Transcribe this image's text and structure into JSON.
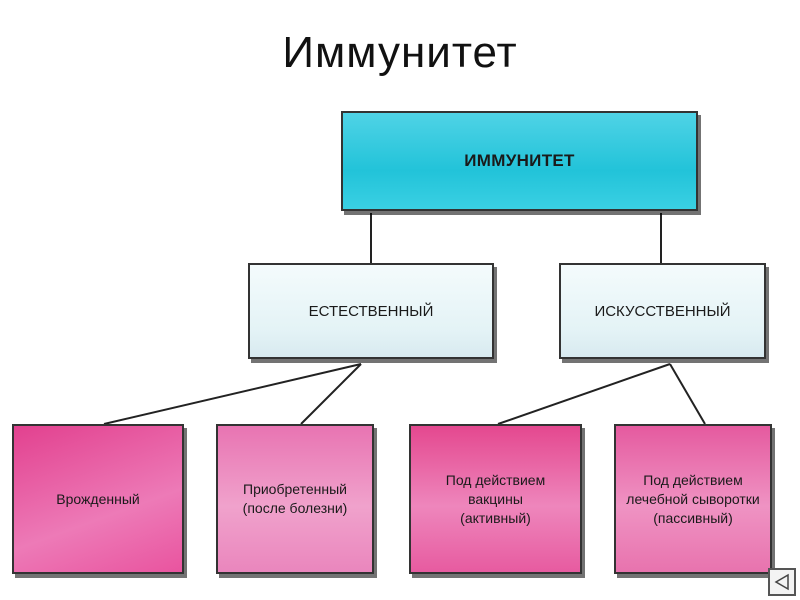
{
  "title": "Иммунитет",
  "root": {
    "label": "ИММУНИТЕТ",
    "color": "#22c3d9"
  },
  "branches": [
    {
      "label": "ЕСТЕСТВЕННЫЙ"
    },
    {
      "label": "ИСКУССТВЕННЫЙ"
    }
  ],
  "leaves": [
    {
      "lines": [
        "Врожденный"
      ]
    },
    {
      "lines": [
        "Приобретенный",
        "(после болезни)"
      ]
    },
    {
      "lines": [
        "Под действием",
        "вакцины",
        "(активный)"
      ]
    },
    {
      "lines": [
        "Под действием",
        "лечебной сыворотки",
        "(пассивный)"
      ]
    }
  ],
  "colors": {
    "leaf": "#e85ca3",
    "branch": "#e4f3f6",
    "line": "#222222"
  },
  "nav": {
    "icon": "back-arrow-icon"
  }
}
